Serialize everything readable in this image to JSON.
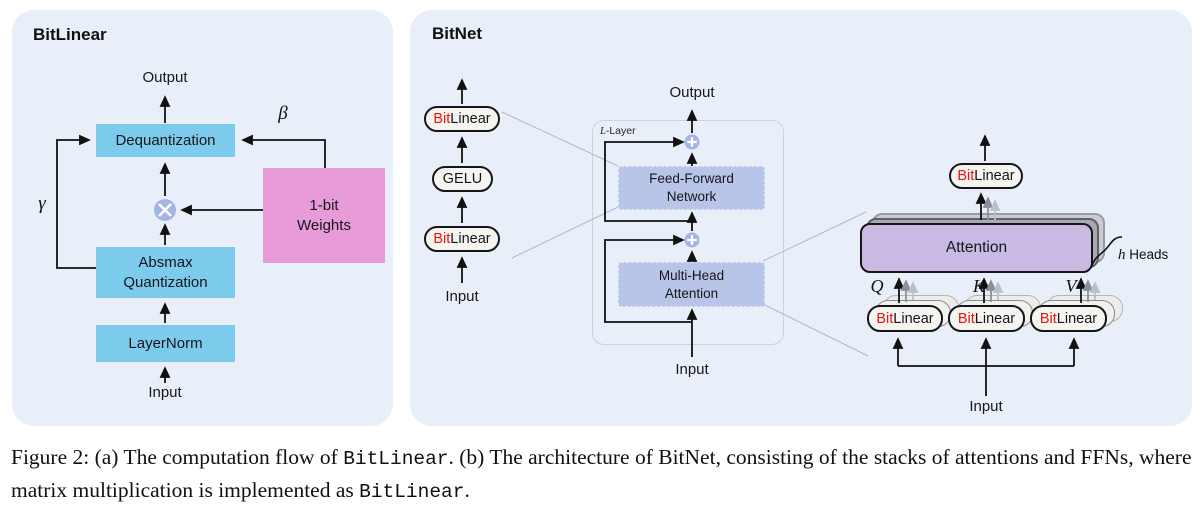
{
  "panel_a": {
    "title": "BitLinear",
    "output_label": "Output",
    "input_label": "Input",
    "beta": "β",
    "gamma": "γ",
    "dequantization": "Dequantization",
    "absmax_line1": "Absmax",
    "absmax_line2": "Quantization",
    "layernorm": "LayerNorm",
    "weights_line1": "1-bit",
    "weights_line2": "Weights",
    "multiply_icon": "circled-times"
  },
  "panel_b": {
    "title": "BitNet",
    "left_stack": {
      "bit": "Bit",
      "linear": "Linear",
      "gelu": "GELU",
      "input_label": "Input"
    },
    "core": {
      "output_label": "Output",
      "layer_l": "L",
      "layer_suffix": "-Layer",
      "ffn_line1": "Feed-Forward",
      "ffn_line2": "Network",
      "mha_line1": "Multi-Head",
      "mha_line2": "Attention",
      "input_label": "Input",
      "add_icon": "circled-plus"
    },
    "attention_detail": {
      "bit": "Bit",
      "linear": "Linear",
      "attention_label": "Attention",
      "heads_h": "h",
      "heads_word": "Heads",
      "q": "Q",
      "k": "K",
      "v": "V",
      "input_label": "Input"
    }
  },
  "caption": {
    "part1": "Figure 2: (a) The computation flow of ",
    "code1": "BitLinear",
    "part2": ". (b) The architecture of BitNet, consisting of the stacks of attentions and FFNs, where matrix multiplication is implemented as ",
    "code2": "BitLinear",
    "part3": "."
  },
  "colors": {
    "panel_bg": "#e9eff8",
    "blue_box": "#7dcbec",
    "pink_box": "#e79cd9",
    "periwinkle_box": "#b9c5e8",
    "attention_purple": "#c9bae4",
    "node_circle": "#a3b5e4",
    "bit_red": "#ea150c",
    "gray_arrow": "#8a8f9a",
    "light_arrow": "#b9bfcb"
  }
}
